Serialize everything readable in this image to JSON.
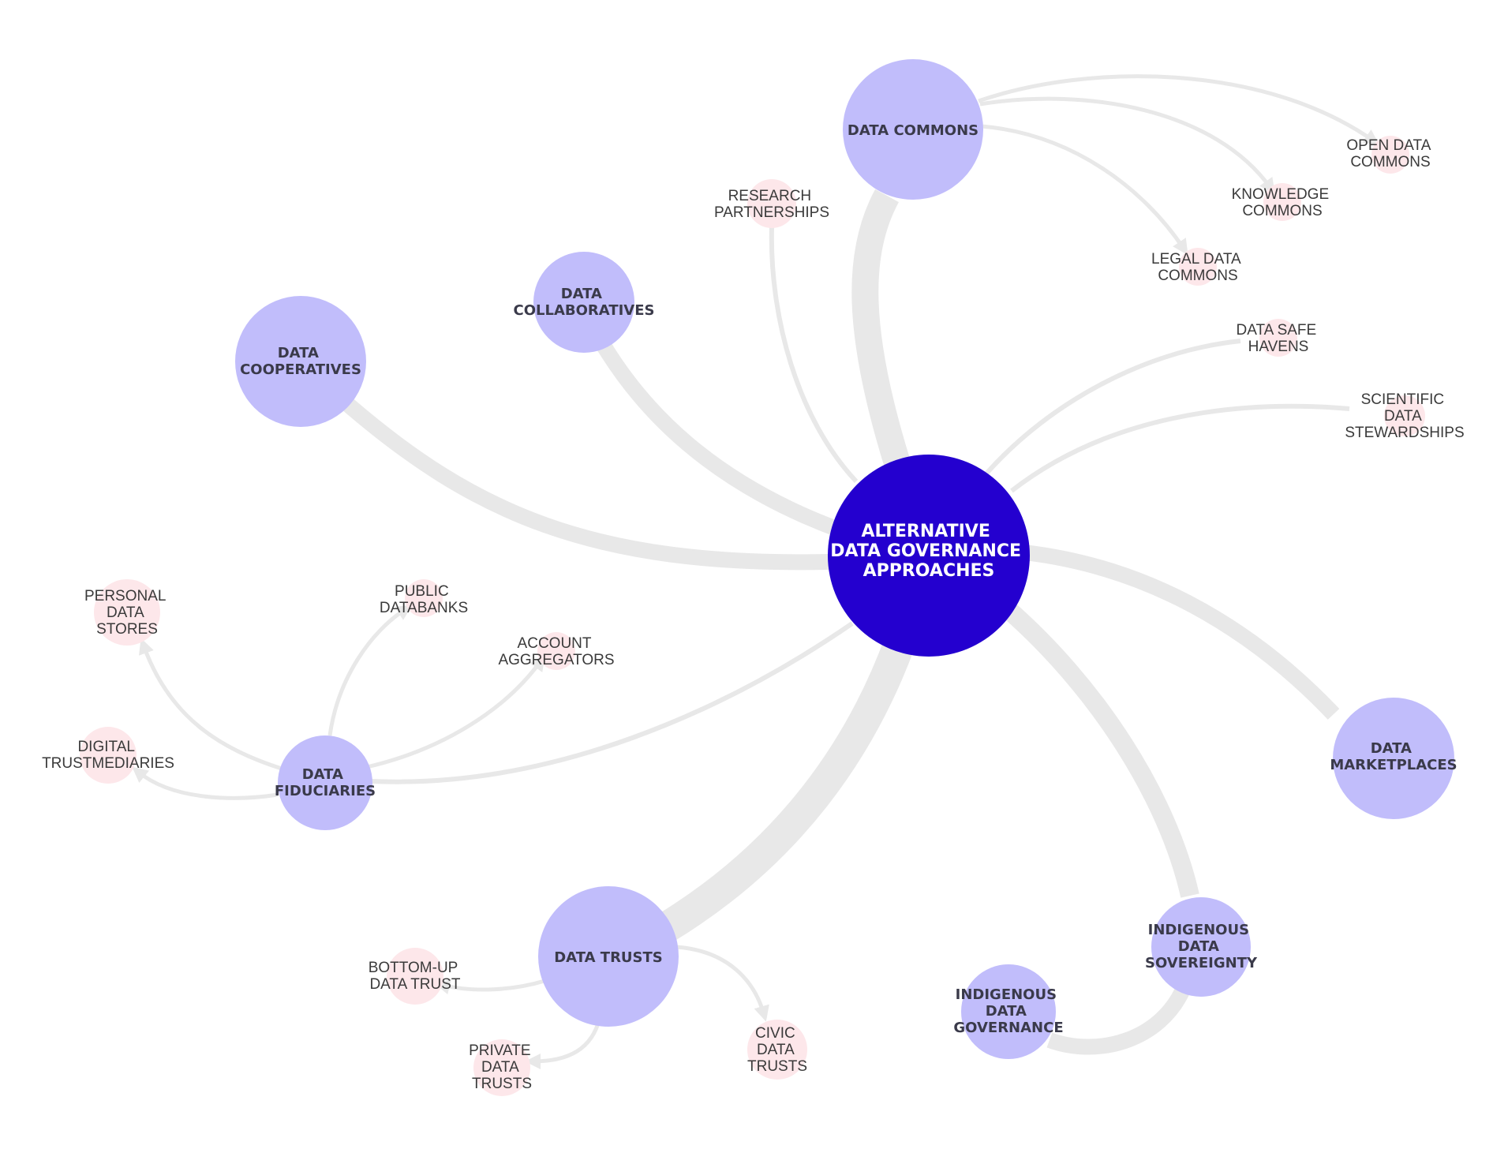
{
  "colors": {
    "center": "#2400cf",
    "primary": "#c1bdfb",
    "secondary": "#fde7ea",
    "edge": "#e8e8e8",
    "center_text": "#ffffff",
    "node_text": "#3a3a4a"
  },
  "nodes": {
    "center": {
      "label": [
        "ALTERNATIVE",
        "DATA GOVERNANCE",
        "APPROACHES"
      ]
    },
    "data_commons": {
      "label": [
        "DATA COMMONS"
      ]
    },
    "data_collaboratives": {
      "label": [
        "DATA",
        "COLLABORATIVES"
      ]
    },
    "data_cooperatives": {
      "label": [
        "DATA",
        "COOPERATIVES"
      ]
    },
    "data_fiduciaries": {
      "label": [
        "DATA",
        "FIDUCIARIES"
      ]
    },
    "data_trusts": {
      "label": [
        "DATA TRUSTS"
      ]
    },
    "indigenous_data_sovereignty": {
      "label": [
        "INDIGENOUS",
        "DATA",
        "SOVEREIGNTY"
      ]
    },
    "indigenous_data_governance": {
      "label": [
        "INDIGENOUS",
        "DATA",
        "GOVERNANCE"
      ]
    },
    "data_marketplaces": {
      "label": [
        "DATA",
        "MARKETPLACES"
      ]
    },
    "open_data_commons": {
      "label": [
        "OPEN DATA",
        "COMMONS"
      ]
    },
    "knowledge_commons": {
      "label": [
        "KNOWLEDGE",
        "COMMONS"
      ]
    },
    "legal_data_commons": {
      "label": [
        "LEGAL DATA",
        "COMMONS"
      ]
    },
    "research_partnerships": {
      "label": [
        "RESEARCH",
        "PARTNERSHIPS"
      ]
    },
    "data_safe_havens": {
      "label": [
        "DATA SAFE",
        "HAVENS"
      ]
    },
    "scientific_data_stewardships": {
      "label": [
        "SCIENTIFIC",
        "DATA",
        "STEWARDSHIPS"
      ]
    },
    "personal_data_stores": {
      "label": [
        "PERSONAL",
        "DATA",
        "STORES"
      ]
    },
    "public_databanks": {
      "label": [
        "PUBLIC",
        "DATABANKS"
      ]
    },
    "account_aggregators": {
      "label": [
        "ACCOUNT",
        "AGGREGATORS"
      ]
    },
    "digital_trustmediaries": {
      "label": [
        "DIGITAL",
        "TRUSTMEDIARIES"
      ]
    },
    "bottom_up_data_trust": {
      "label": [
        "BOTTOM-UP",
        "DATA TRUST"
      ]
    },
    "private_data_trusts": {
      "label": [
        "PRIVATE",
        "DATA",
        "TRUSTS"
      ]
    },
    "civic_data_trusts": {
      "label": [
        "CIVIC",
        "DATA",
        "TRUSTS"
      ]
    }
  }
}
